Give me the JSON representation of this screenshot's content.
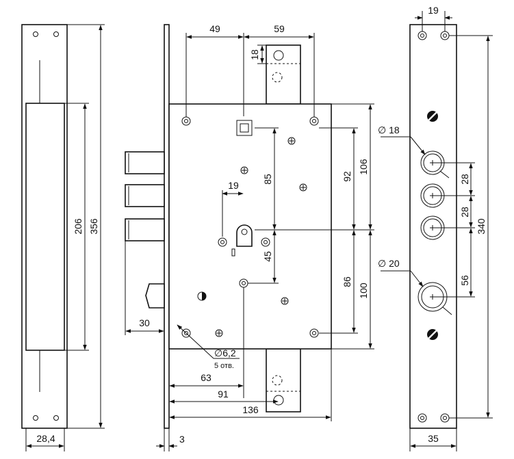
{
  "left_view": {
    "dim_height": "356",
    "dim_inner": "206",
    "dim_width": "28,4"
  },
  "front_view": {
    "dim_49": "49",
    "dim_59": "59",
    "dim_18": "18",
    "dim_106": "106",
    "dim_92": "92",
    "dim_85": "85",
    "dim_19": "19",
    "dim_45": "45",
    "dim_86": "86",
    "dim_100": "100",
    "dim_30": "30",
    "hole_diameter": "∅6,2",
    "hole_count": "5 отв.",
    "dim_63": "63",
    "dim_91": "91",
    "dim_136": "136",
    "dim_3": "3"
  },
  "right_view": {
    "dim_19": "19",
    "dia_18": "∅ 18",
    "dia_20": "∅ 20",
    "dim_28a": "28",
    "dim_28b": "28",
    "dim_56": "56",
    "dim_340": "340",
    "dim_35": "35"
  }
}
